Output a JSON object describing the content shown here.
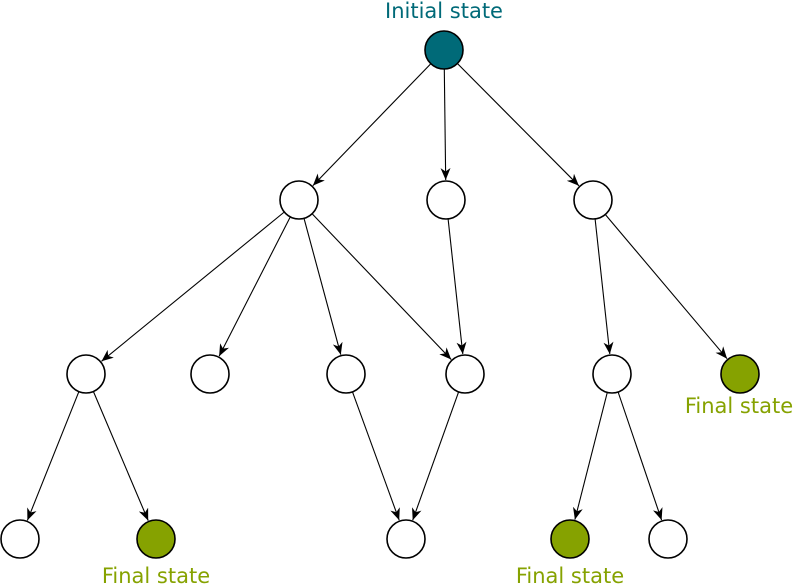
{
  "colors": {
    "initial": "#006a78",
    "final": "#86a200",
    "plain": "#ffffff",
    "stroke": "#000000"
  },
  "labels": {
    "initial": "Initial state",
    "final": "Final state"
  },
  "nodes": [
    {
      "id": "root",
      "kind": "initial"
    },
    {
      "id": "a1",
      "kind": "plain"
    },
    {
      "id": "a2",
      "kind": "plain"
    },
    {
      "id": "a3",
      "kind": "plain"
    },
    {
      "id": "b1",
      "kind": "plain"
    },
    {
      "id": "b2",
      "kind": "plain"
    },
    {
      "id": "b3",
      "kind": "plain"
    },
    {
      "id": "b4",
      "kind": "plain"
    },
    {
      "id": "b5",
      "kind": "plain"
    },
    {
      "id": "b6",
      "kind": "final"
    },
    {
      "id": "c1",
      "kind": "plain"
    },
    {
      "id": "c2",
      "kind": "final"
    },
    {
      "id": "c3",
      "kind": "plain"
    },
    {
      "id": "c4",
      "kind": "final"
    },
    {
      "id": "c5",
      "kind": "plain"
    }
  ],
  "edges": [
    [
      "root",
      "a1"
    ],
    [
      "root",
      "a2"
    ],
    [
      "root",
      "a3"
    ],
    [
      "a1",
      "b1"
    ],
    [
      "a1",
      "b2"
    ],
    [
      "a1",
      "b3"
    ],
    [
      "a1",
      "b4"
    ],
    [
      "a2",
      "b4"
    ],
    [
      "a3",
      "b5"
    ],
    [
      "a3",
      "b6"
    ],
    [
      "b1",
      "c1"
    ],
    [
      "b1",
      "c2"
    ],
    [
      "b3",
      "c3"
    ],
    [
      "b4",
      "c3"
    ],
    [
      "b5",
      "c4"
    ],
    [
      "b5",
      "c5"
    ]
  ]
}
